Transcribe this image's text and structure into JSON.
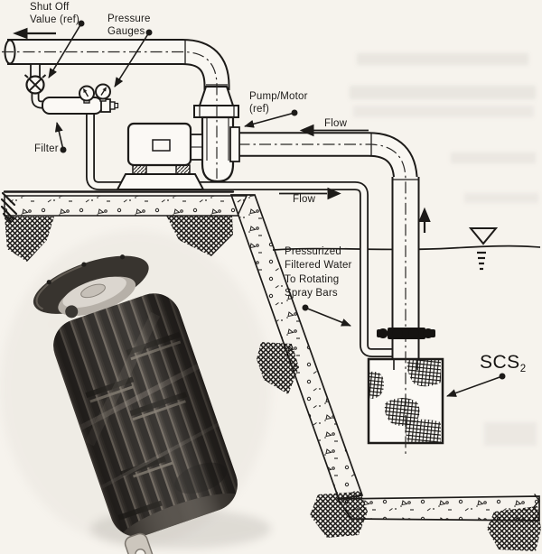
{
  "figure": {
    "type": "technical-illustration",
    "description": "Pump, filter and self-cleaning suction screen installation diagram with photo inset of screen drum",
    "colors": {
      "ink": "#1d1b19",
      "paper": "#f6f3ed"
    },
    "labels": {
      "shut_off_valve": {
        "line1": "Shut Off",
        "line2": "Value (ref)"
      },
      "pressure_gauges": {
        "line1": "Pressure",
        "line2": "Gauges"
      },
      "pump_motor": {
        "line1": "Pump/Motor",
        "line2": "(ref)"
      },
      "filter": {
        "text": "Filter"
      },
      "flow_discharge": {
        "text": "Flow"
      },
      "flow_spray_line": {
        "text": "Flow"
      },
      "spray_water": {
        "line1": "Pressurized",
        "line2": "Filtered Water",
        "line3": "To Rotating",
        "line4": "Spray Bars"
      },
      "scs": {
        "text": "SCS",
        "subscript": "2"
      }
    }
  }
}
